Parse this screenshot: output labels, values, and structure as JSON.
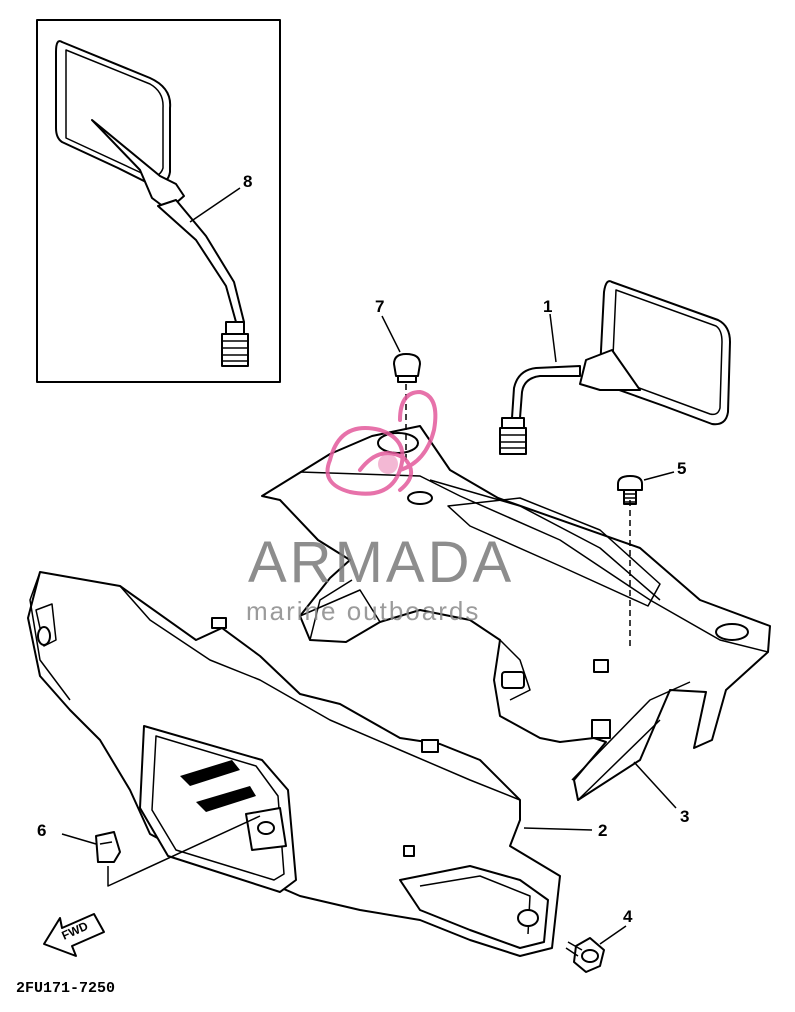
{
  "diagram": {
    "diagram_code": "2FU171-7250",
    "fwd_label": "FWD",
    "callouts": {
      "c1": "1",
      "c2": "2",
      "c3": "3",
      "c4": "4",
      "c5": "5",
      "c6": "6",
      "c7": "7",
      "c8": "8"
    }
  },
  "watermark": {
    "brand": "ARMADA",
    "tagline": "marine outboards",
    "logo_color": "#e35a9c"
  }
}
